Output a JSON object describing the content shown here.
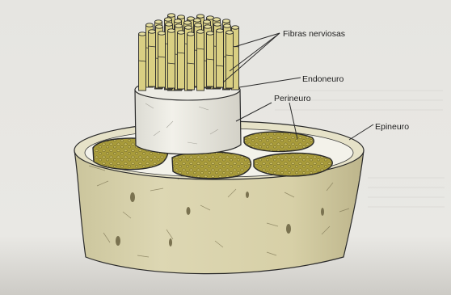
{
  "labels": {
    "nerve_fibers": "Fibras nerviosas",
    "endoneurium": "Endoneuro",
    "perineurium": "Perineuro",
    "epineurium": "Epineuro"
  },
  "colors": {
    "paper": "#eae9e5",
    "fiber_fill": "#d9cf83",
    "epineurium_fill": "#ddd7b3",
    "endoneurium_fill": "#ecebe4",
    "fascicle_fill": "#a39636",
    "ink": "#2a2a2a"
  }
}
